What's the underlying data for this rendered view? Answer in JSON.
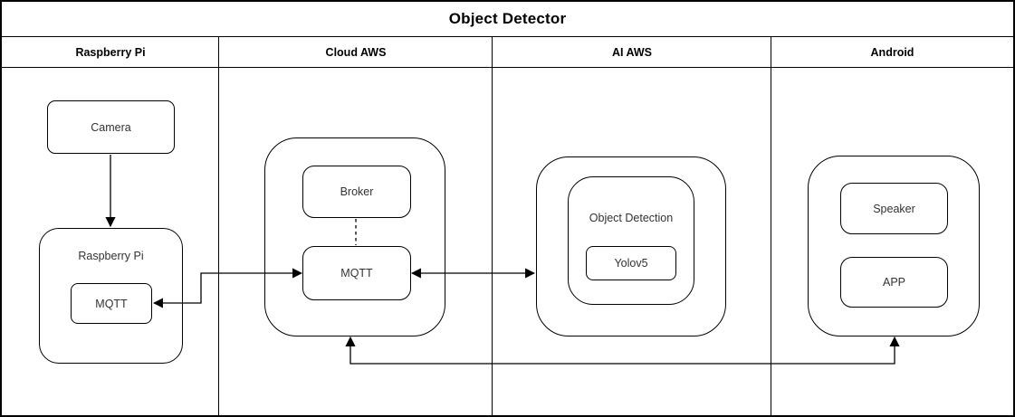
{
  "title": "Object Detector",
  "lanes": [
    {
      "label": "Raspberry Pi"
    },
    {
      "label": "Cloud AWS"
    },
    {
      "label": "AI AWS"
    },
    {
      "label": "Android"
    }
  ],
  "nodes": {
    "camera": {
      "label": "Camera"
    },
    "raspberry_pi_group": {
      "label": "Raspberry Pi"
    },
    "raspberry_mqtt": {
      "label": "MQTT"
    },
    "broker": {
      "label": "Broker"
    },
    "cloud_mqtt": {
      "label": "MQTT"
    },
    "object_detection": {
      "label": "Object Detection"
    },
    "yolov5": {
      "label": "Yolov5"
    },
    "speaker": {
      "label": "Speaker"
    },
    "app": {
      "label": "APP"
    }
  },
  "edges": [
    {
      "from": "camera",
      "to": "raspberry_pi_group",
      "style": "solid",
      "arrows": "end"
    },
    {
      "from": "cloud_mqtt",
      "to": "raspberry_mqtt",
      "style": "solid",
      "arrows": "both"
    },
    {
      "from": "broker",
      "to": "cloud_mqtt",
      "style": "dashed",
      "arrows": "none"
    },
    {
      "from": "cloud_mqtt",
      "to": "ai_aws_container",
      "style": "solid",
      "arrows": "both"
    },
    {
      "from": "cloud_aws_container",
      "to": "android_container",
      "style": "solid",
      "arrows": "both"
    }
  ],
  "colors": {
    "stroke": "#000000",
    "text": "#333333",
    "background": "#ffffff"
  }
}
